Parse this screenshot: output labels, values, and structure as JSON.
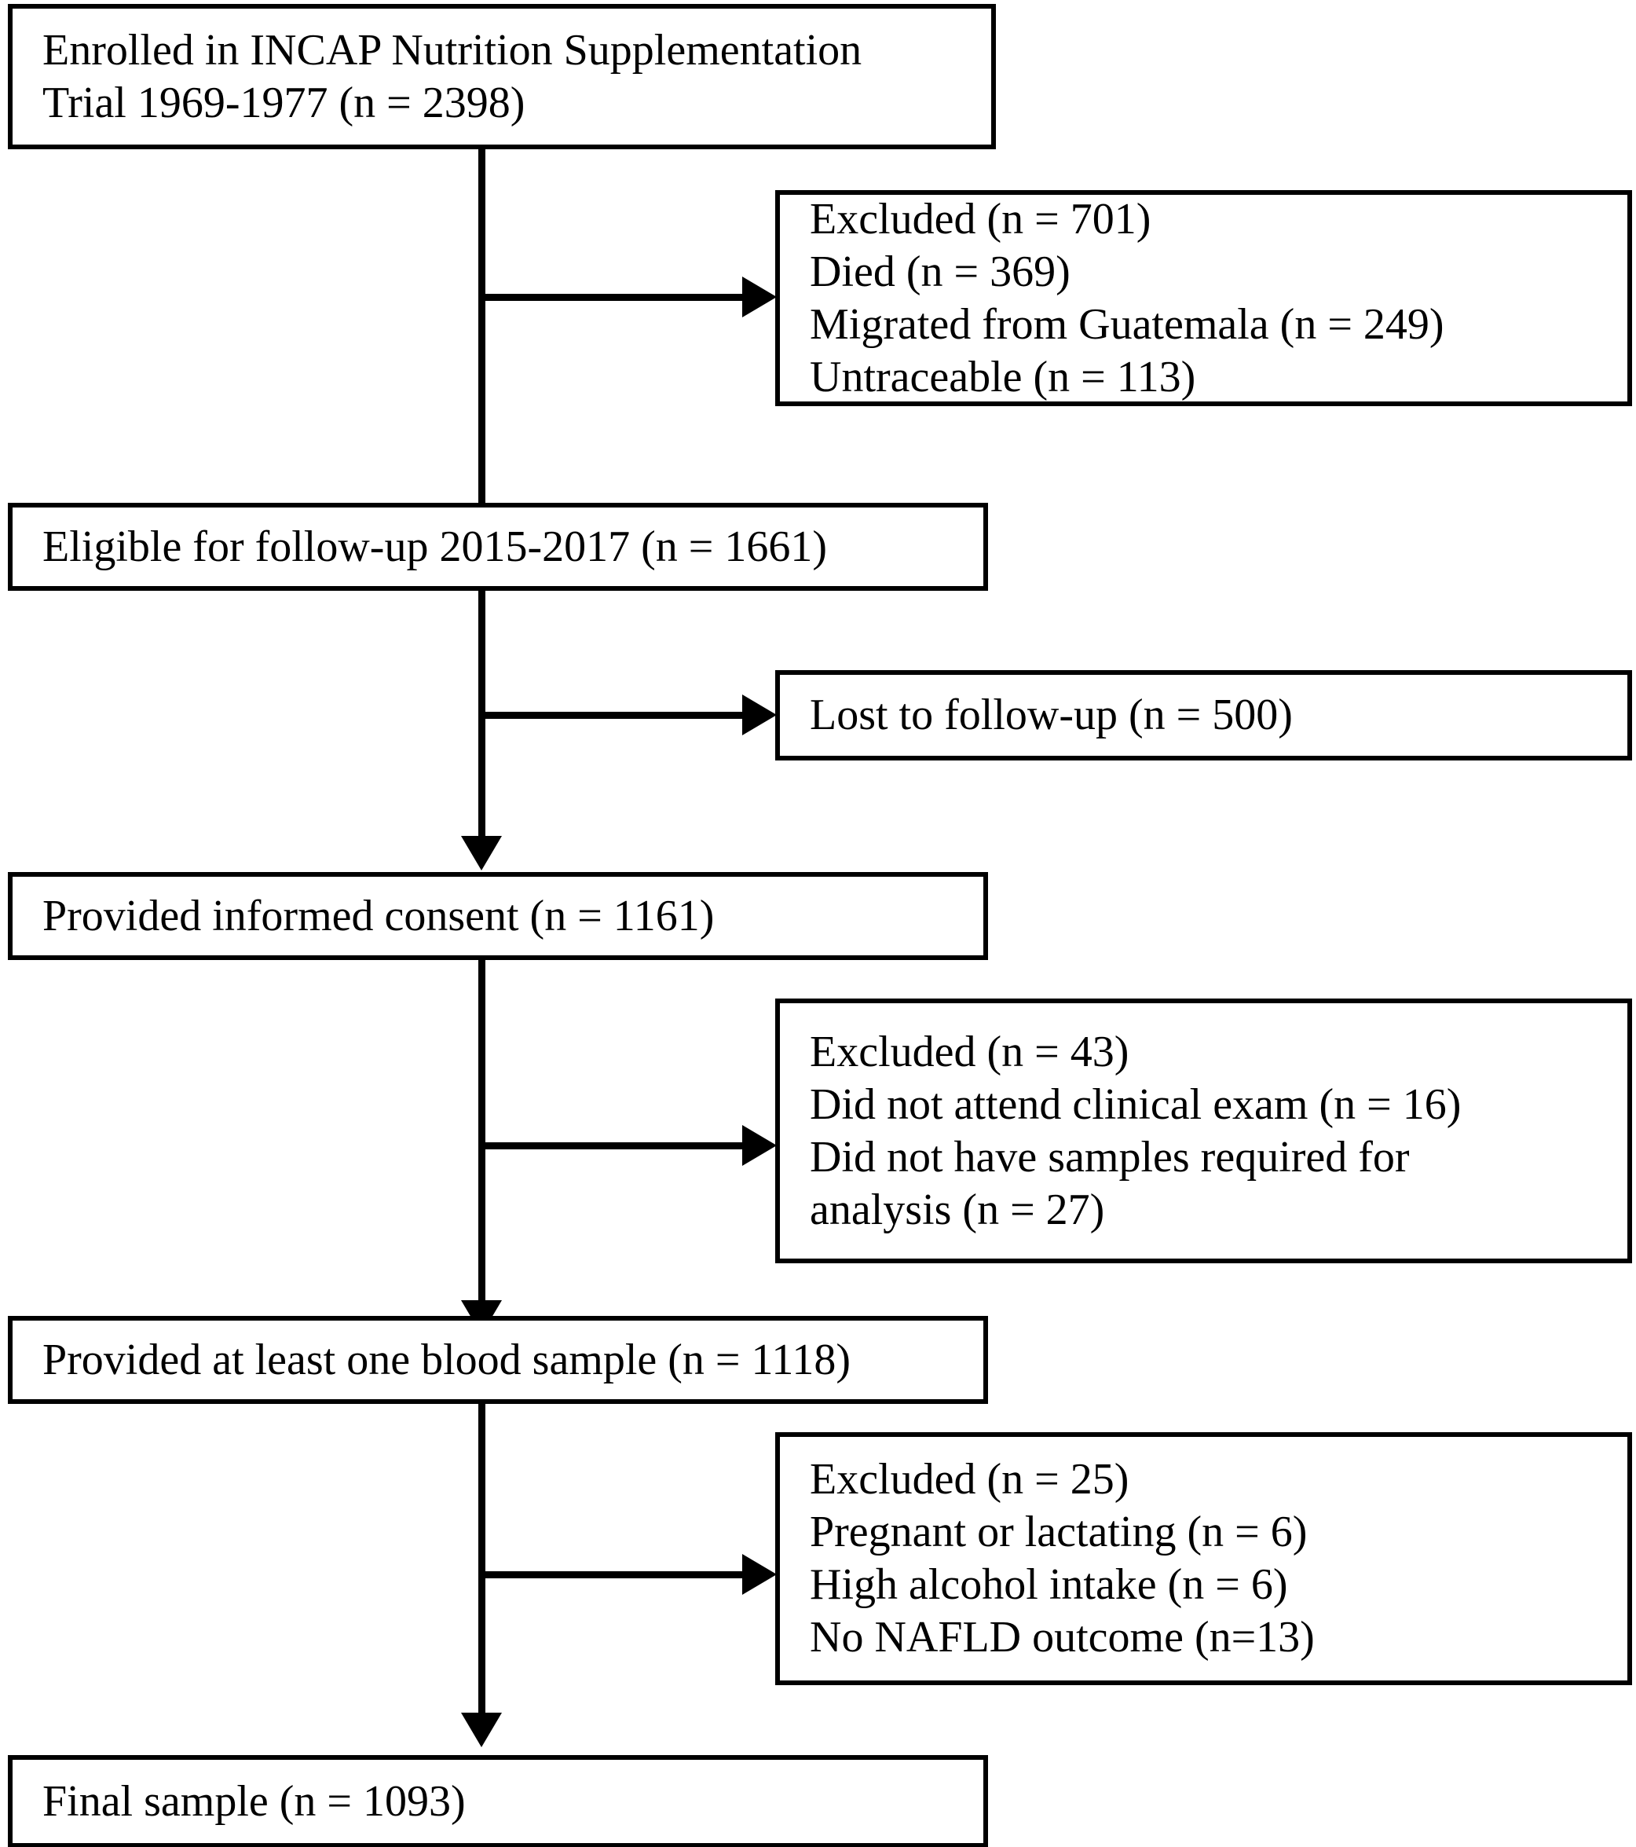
{
  "figure": {
    "type": "flowchart",
    "subject": "INCAP Nutrition Supplementation Trial participant flow"
  },
  "nodes": {
    "enrolled": {
      "line1": "Enrolled in INCAP Nutrition Supplementation",
      "line2": "Trial 1969-1977 (n = 2398)"
    },
    "excluded1": {
      "header": "Excluded (n = 701)",
      "items": [
        "Died (n = 369)",
        "Migrated from Guatemala (n = 249)",
        "Untraceable (n = 113)"
      ]
    },
    "eligible": {
      "line1": "Eligible for follow-up 2015-2017 (n = 1661)"
    },
    "lost": {
      "line1": "Lost to follow-up (n = 500)"
    },
    "consent": {
      "line1": "Provided informed consent (n = 1161)"
    },
    "excluded2": {
      "header": "Excluded (n = 43)",
      "items": [
        "Did not attend clinical exam (n = 16)",
        "Did not have samples required for"
      ],
      "continuation": "analysis (n = 27)"
    },
    "blood": {
      "line1": "Provided at least one blood sample (n = 1118)"
    },
    "excluded3": {
      "header": "Excluded (n = 25)",
      "items": [
        "Pregnant or lactating (n = 6)",
        "High alcohol intake (n = 6)",
        "No NAFLD outcome (n=13)"
      ]
    },
    "final": {
      "line1": "Final sample (n = 1093)"
    }
  },
  "colors": {
    "stroke": "#000000",
    "background": "#ffffff",
    "text": "#000000"
  }
}
